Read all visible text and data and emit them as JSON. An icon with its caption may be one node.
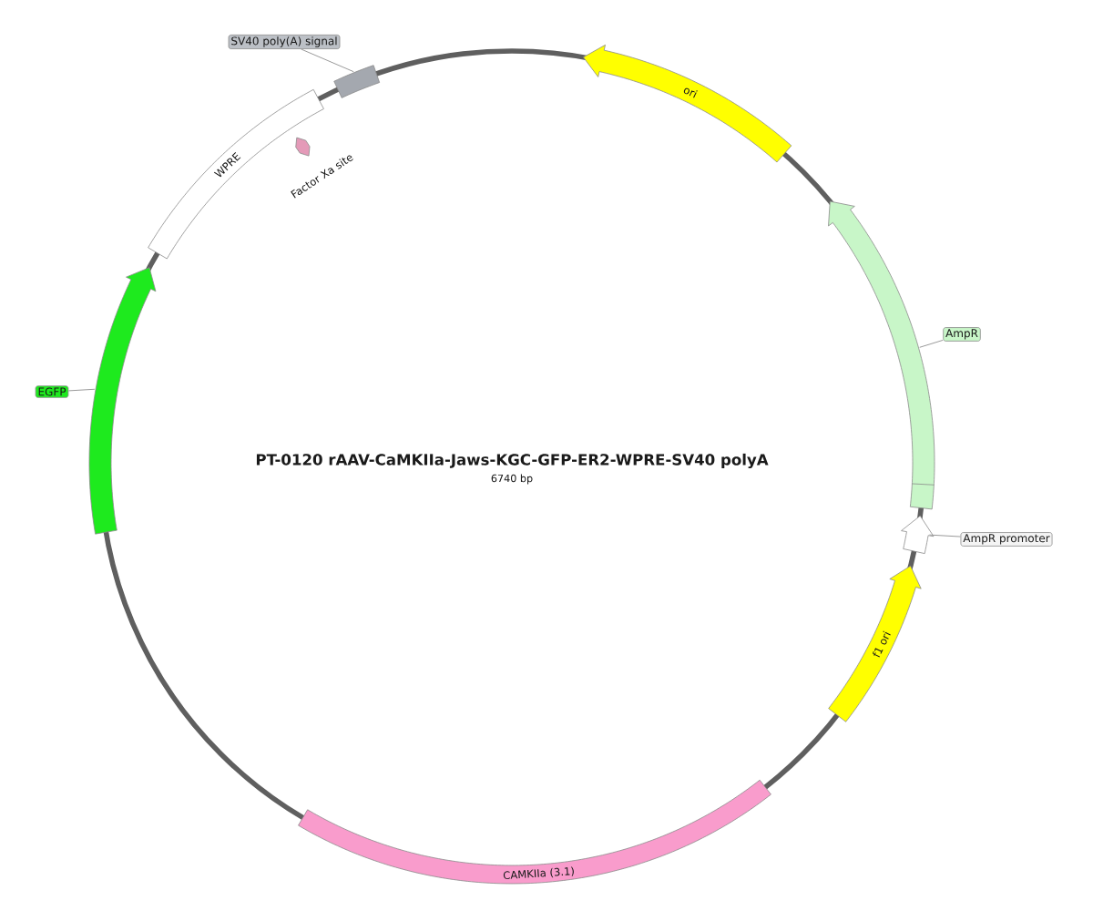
{
  "diagram": {
    "title": "PT-0120 rAAV-CaMKIIa-Jaws-KGC-GFP-ER2-WPRE-SV40 polyA",
    "nodes": [
      {
        "text": [
          "SV40 poly(A) signal"
        ]
      },
      {
        "text": [],
        "shape": "bar"
      },
      {
        "text": [
          "ori"
        ]
      },
      {
        "text": [
          "WPRE"
        ]
      },
      {
        "text": [],
        "shape": "bar",
        "beside": [
          "Factor Xa site"
        ]
      },
      {
        "text": [
          "AmpR"
        ]
      },
      {
        "text": [],
        "shape": "arrow"
      },
      {
        "text": [
          "EGFP"
        ]
      },
      {
        "text": [],
        "shape": "arrow"
      },
      {
        "text": [
          "AmpR promoter"
        ]
      },
      {
        "text": [],
        "shape": "arrow"
      },
      {
        "text": [
          "f1 ori"
        ]
      },
      {
        "text": [
          "CAMKIIa (3.1)"
        ]
      }
    ],
    "edges": [
      {
        "from": 0,
        "to": 1,
        "arrow": "none"
      },
      {
        "from": 5,
        "to": 6,
        "arrow": "none"
      },
      {
        "from": 7,
        "to": 8,
        "arrow": "none"
      },
      {
        "from": 9,
        "to": 10,
        "arrow": "none"
      }
    ],
    "labels": [
      "6740 bp"
    ]
  }
}
